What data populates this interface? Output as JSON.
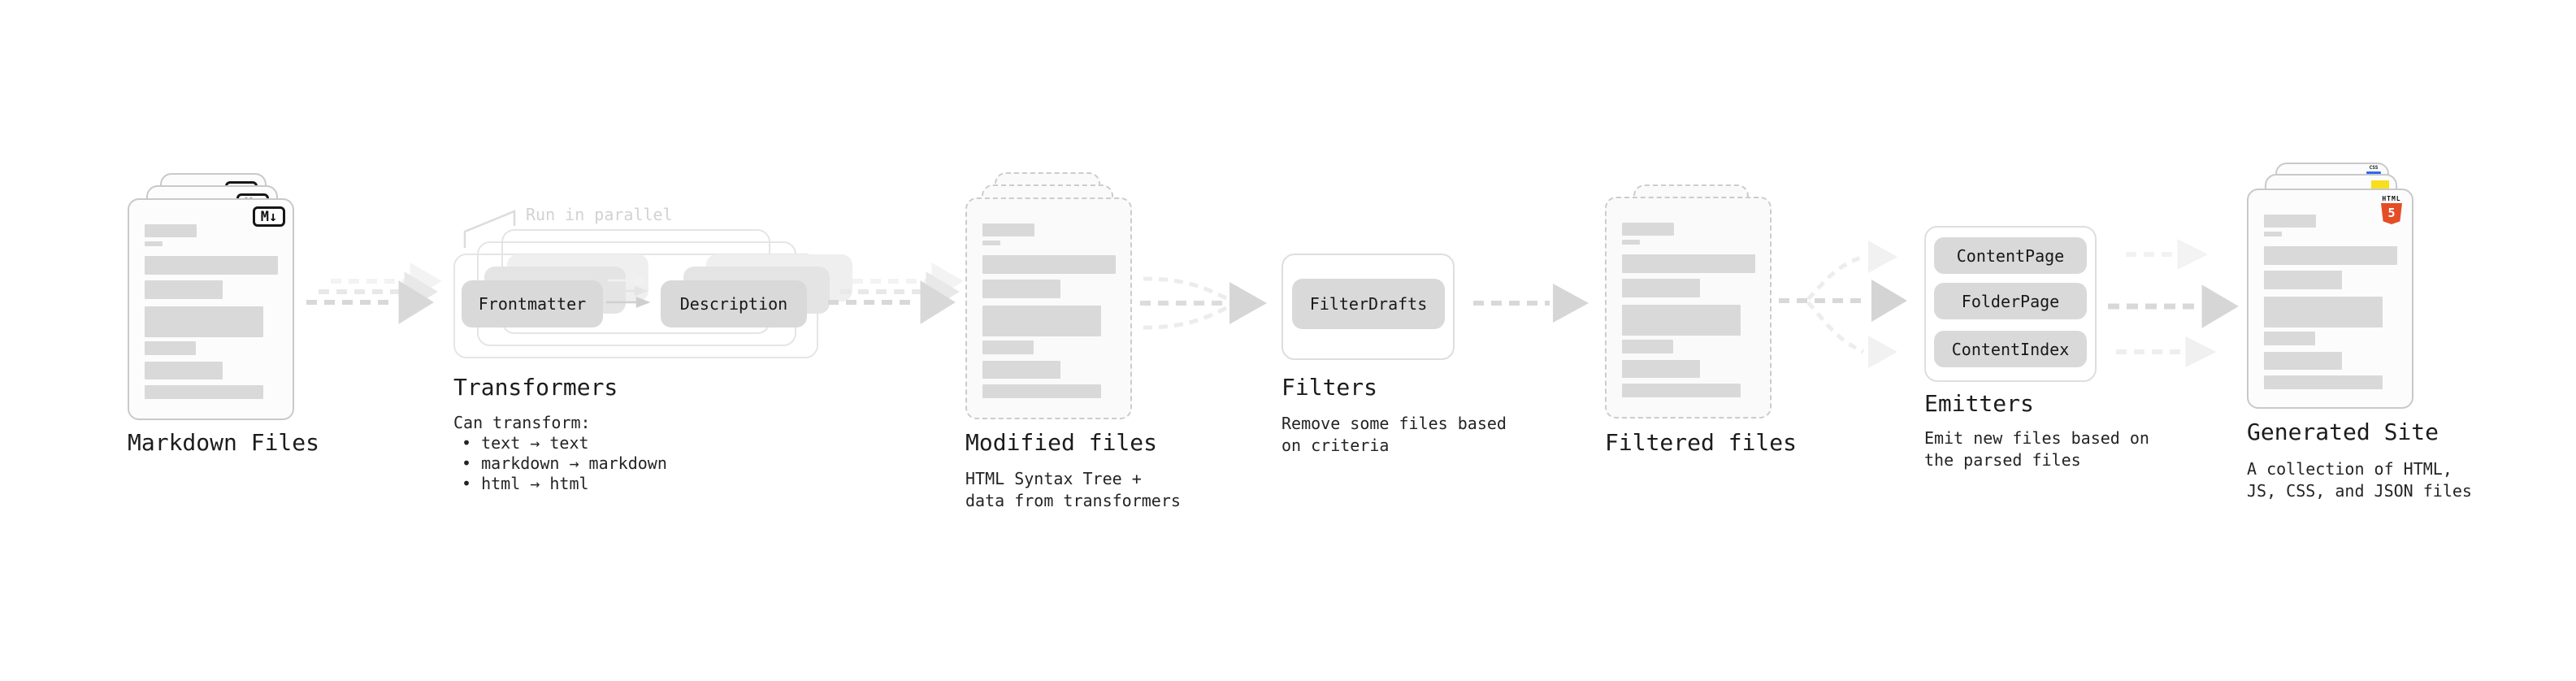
{
  "colors": {
    "background": "#ffffff",
    "doc_fill": "#fcfcfc",
    "doc_border": "#c9c9c9",
    "placeholder_bar": "#d9d9d9",
    "pill_fill": "#d9d9d9",
    "frame_border": "#e0e0e0",
    "arrow_gray": "#d8d8d8",
    "annotation_gray": "#d2d2d2",
    "text": "#1c1c1c",
    "html5_orange": "#e44d26",
    "js_yellow": "#f7df1e",
    "css_blue": "#2b6bf3"
  },
  "stages": {
    "markdown": {
      "label": "Markdown Files",
      "badge": "M↓"
    },
    "transformers": {
      "title": "Transformers",
      "annotation": "Run in parallel",
      "pills": [
        "Frontmatter",
        "Description"
      ],
      "desc_heading": "Can transform:",
      "bullets": [
        "• text → text",
        "• markdown → markdown",
        "• html → html"
      ]
    },
    "modified": {
      "label": "Modified files",
      "desc": [
        "HTML Syntax Tree +",
        "data from transformers"
      ]
    },
    "filters": {
      "title": "Filters",
      "pill": "FilterDrafts",
      "desc": [
        "Remove some files based",
        "on criteria"
      ]
    },
    "filtered": {
      "label": "Filtered files"
    },
    "emitters": {
      "title": "Emitters",
      "pills": [
        "ContentPage",
        "FolderPage",
        "ContentIndex"
      ],
      "desc": [
        "Emit new files based on",
        "the parsed files"
      ]
    },
    "generated": {
      "label": "Generated Site",
      "desc": [
        "A collection of HTML,",
        "JS, CSS, and JSON files"
      ],
      "icons": {
        "html5_word": "HTML",
        "html5_number": "5",
        "css_word": "CSS"
      }
    }
  }
}
